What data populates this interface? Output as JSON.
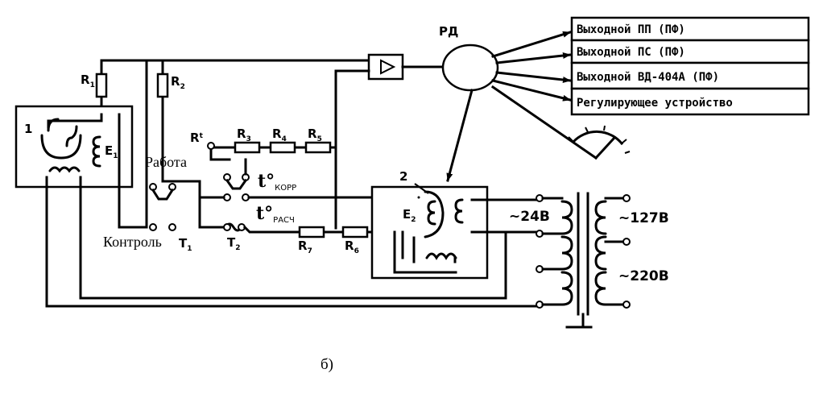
{
  "labels": {
    "rd": "РД",
    "num1": "1",
    "num2": "2",
    "r1": "R",
    "r1_sub": "1",
    "r2": "R",
    "r2_sub": "2",
    "r3": "R",
    "r3_sub": "3",
    "r4": "R",
    "r4_sub": "4",
    "r5": "R",
    "r5_sub": "5",
    "r6": "R",
    "r6_sub": "6",
    "r7": "R",
    "r7_sub": "7",
    "rt": "R",
    "rt_sub": "t",
    "e1": "E",
    "e1_sub": "1",
    "e2": "E",
    "e2_sub": "2",
    "t1": "T",
    "t1_sub": "1",
    "t2": "T",
    "t2_sub": "2",
    "rabota": "Работа",
    "kontrol": "Контроль",
    "t_korr": "t°",
    "t_korr_sub": "КОРР",
    "t_rasch": "t°",
    "t_rasch_sub": "РАСЧ",
    "v24": "~24В",
    "v127": "~127В",
    "v220": "~220В",
    "caption": "б)"
  },
  "outputs": [
    "Выходной ПП (ПФ)",
    "Выходной ПС (ПФ)",
    "Выходной ВД-404А (ПФ)",
    "Регулирующее устройство"
  ]
}
